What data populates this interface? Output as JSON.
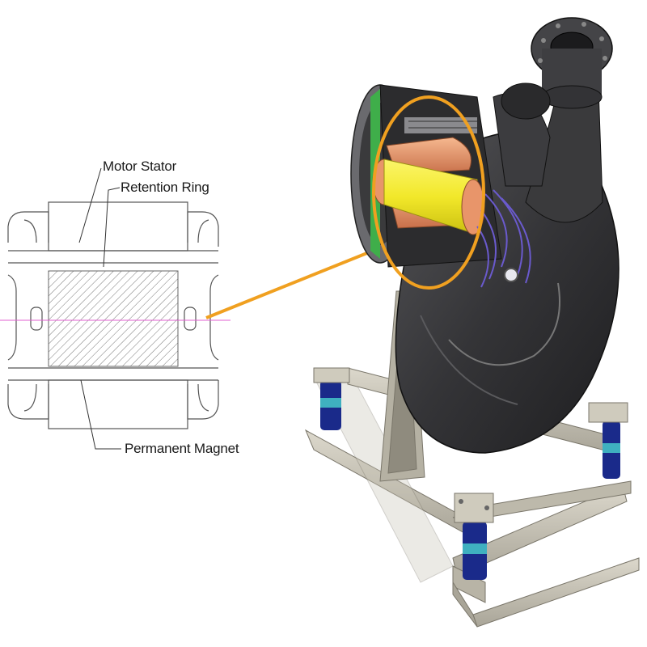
{
  "labels": {
    "motor_stator": "Motor Stator",
    "retention_ring": "Retention Ring",
    "permanent_magnet": "Permanent Magnet"
  },
  "colors": {
    "callout_orange": "#f0a020",
    "magnet_yellow": "#f2e82a",
    "copper": "#e8956a",
    "pump_body": "#3a3a3c",
    "frame": "#c9c5b8",
    "isolator_blue": "#1a2a8a",
    "isolator_teal": "#3fb0c0"
  }
}
